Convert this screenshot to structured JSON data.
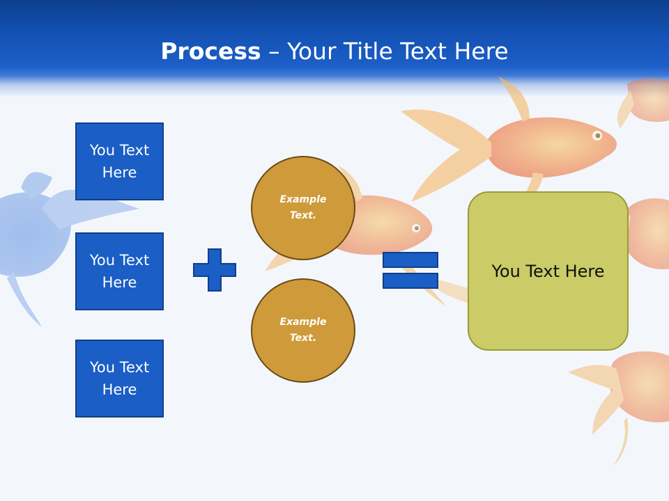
{
  "slide": {
    "title_bold": "Process",
    "title_rest": " – Your Title Text Here",
    "left_boxes": [
      {
        "label": "You Text Here"
      },
      {
        "label": "You Text Here"
      },
      {
        "label": "You Text Here"
      }
    ],
    "circles": [
      {
        "label": "Example Text."
      },
      {
        "label": "Example Text."
      }
    ],
    "result_label": "You Text Here"
  },
  "theme": {
    "header_blue": "#1352b4",
    "box_blue": "#1a5ec6",
    "circle_gold": "#cf9a3a",
    "result_olive": "#cbcb68",
    "background": "#f3f7fc"
  },
  "icons": {
    "plus": "plus-icon",
    "equals": "equals-icon",
    "background_fish": "goldfish-icon"
  }
}
